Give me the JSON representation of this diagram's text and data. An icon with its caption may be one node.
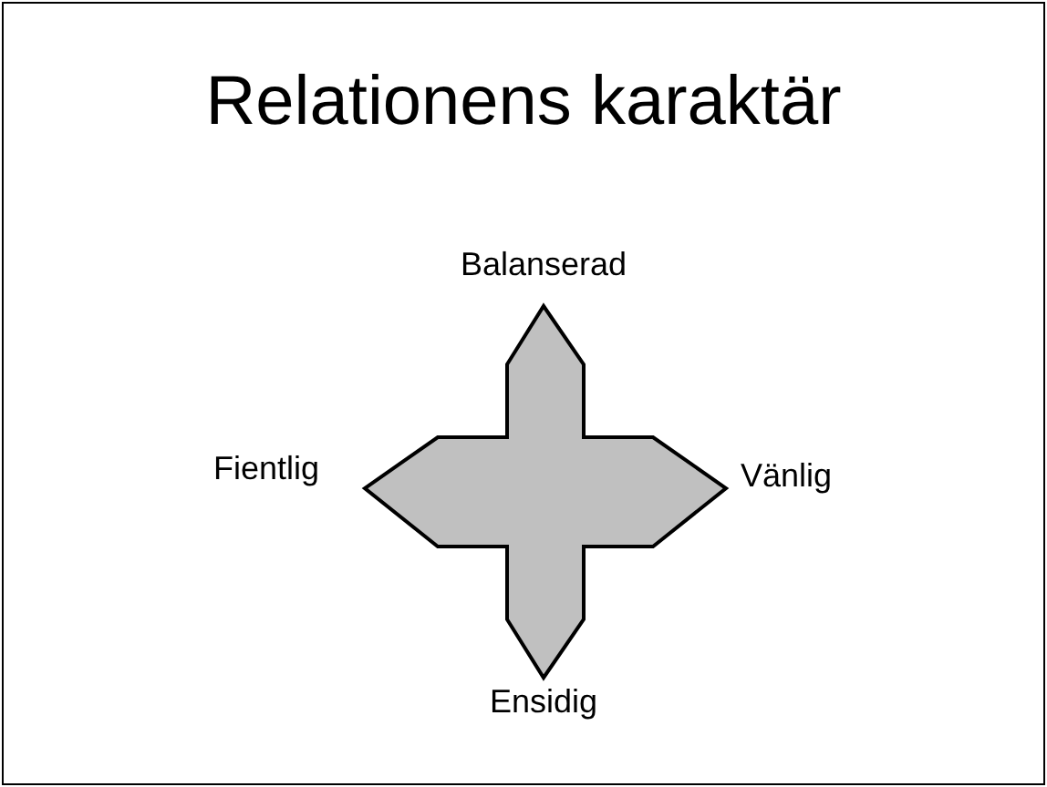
{
  "diagram": {
    "title": "Relationens karaktär",
    "labels": [
      "Balanserad",
      "Fientlig",
      "Vänlig",
      "Ensidig"
    ]
  }
}
